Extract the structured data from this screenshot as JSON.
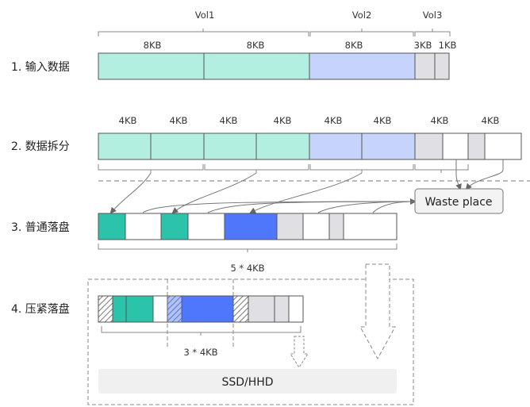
{
  "steps": {
    "s1": "1. 输入数据",
    "s2": "2. 数据拆分",
    "s3": "3. 普通落盘",
    "s4": "4. 压紧落盘"
  },
  "volumes": {
    "vol1": "Vol1",
    "vol2": "Vol2",
    "vol3": "Vol3"
  },
  "row1_sizes": [
    "8KB",
    "8KB",
    "8KB",
    "3KB",
    "1KB"
  ],
  "row2_size": "4KB",
  "waste_label": "Waste place",
  "normal_total": "5 * 4KB",
  "compact_total": "3 * 4KB",
  "storage_label": "SSD/HHD",
  "colors": {
    "teal_light": "#b3efe1",
    "teal_dark": "#2bc4ab",
    "blue_light": "#c6d4fb",
    "blue_dark": "#4f77fb",
    "gray_light": "#e0e0e4",
    "border": "#555555"
  }
}
